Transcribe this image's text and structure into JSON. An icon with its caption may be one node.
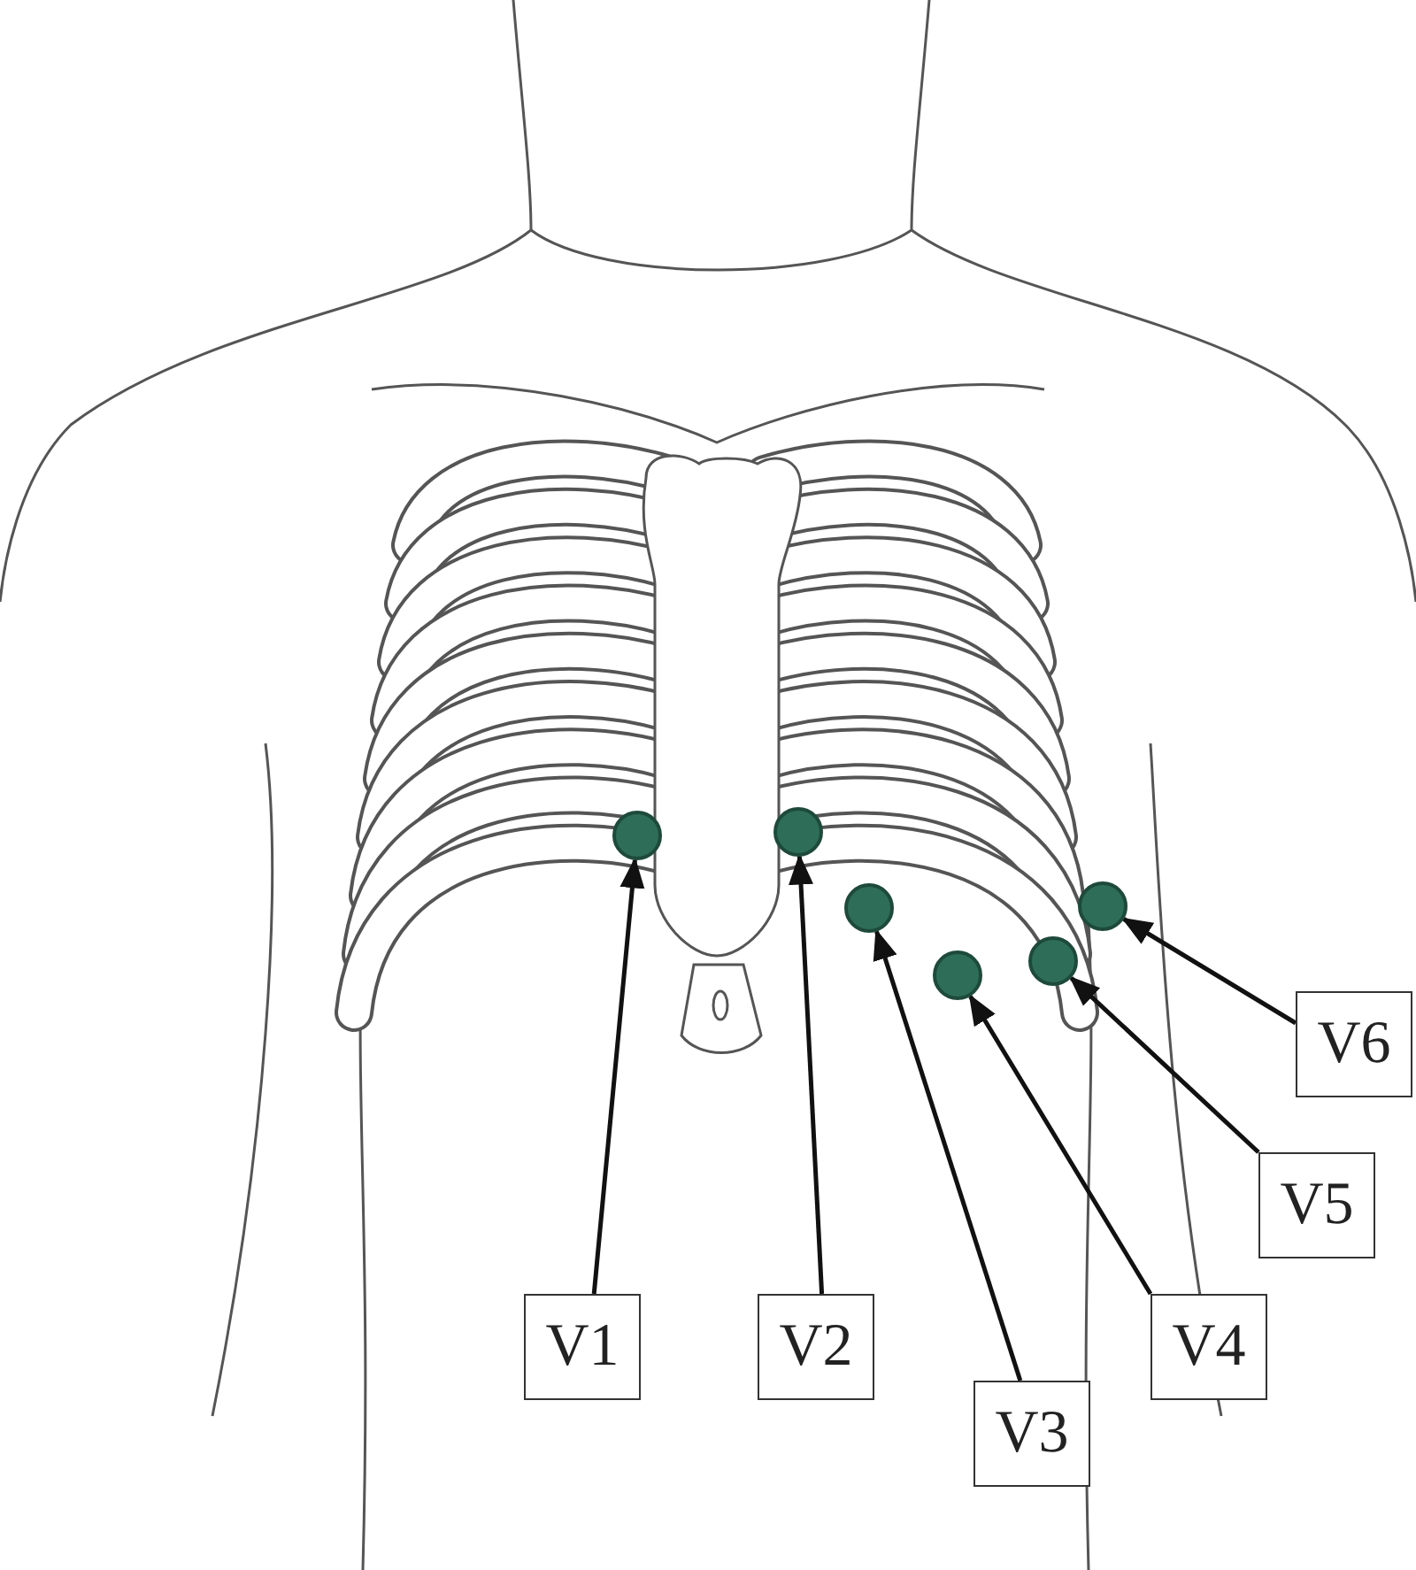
{
  "diagram": {
    "nodes": [
      {
        "text": [
          "V1"
        ]
      },
      {
        "text": [
          "V2"
        ]
      },
      {
        "text": [
          "V3"
        ]
      },
      {
        "text": [
          "V4"
        ]
      },
      {
        "text": [
          "V5"
        ]
      },
      {
        "text": [
          "V6"
        ]
      },
      {
        "text": [],
        "shape": "circle"
      },
      {
        "text": [],
        "shape": "circle"
      },
      {
        "text": [],
        "shape": "circle"
      },
      {
        "text": [],
        "shape": "circle"
      },
      {
        "text": [],
        "shape": "circle"
      },
      {
        "text": [],
        "shape": "circle"
      }
    ],
    "edges": [
      {
        "from": 0,
        "to": 6,
        "arrow": "to"
      },
      {
        "from": 1,
        "to": 7,
        "arrow": "to"
      },
      {
        "from": 2,
        "to": 8,
        "arrow": "to"
      },
      {
        "from": 3,
        "to": 9,
        "arrow": "to"
      },
      {
        "from": 4,
        "to": 10,
        "arrow": "to"
      },
      {
        "from": 5,
        "to": 11,
        "arrow": "to"
      }
    ]
  }
}
